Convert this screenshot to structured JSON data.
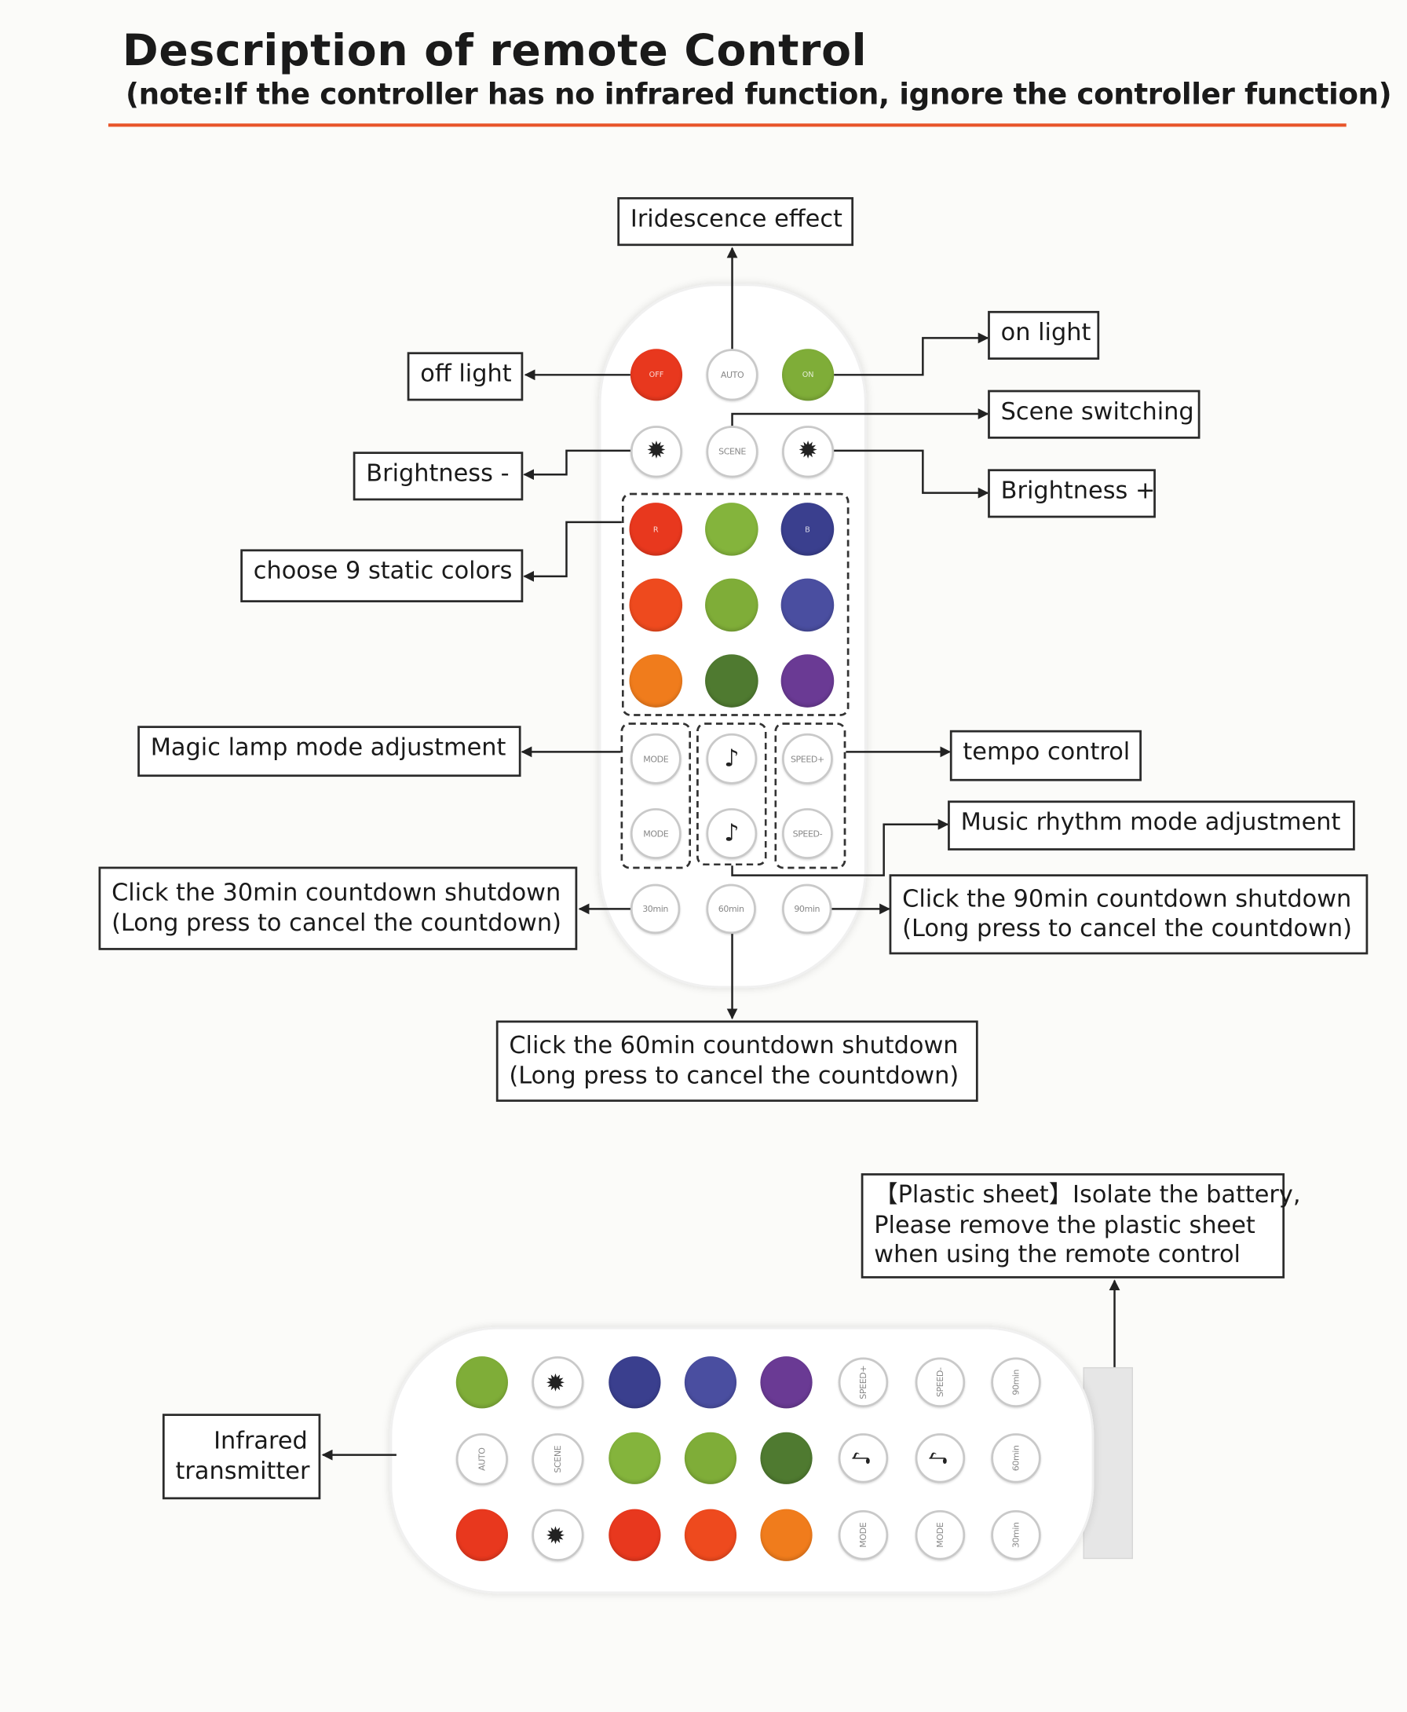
{
  "header": {
    "title": "Description of remote Control",
    "subtitle": "(note:If the controller has no infrared function, ignore the controller function)"
  },
  "labels": {
    "iridescence": "Iridescence effect",
    "off_light": "off light",
    "on_light": "on light",
    "scene_switching": "Scene switching",
    "brightness_minus": "Brightness -",
    "brightness_plus": "Brightness +",
    "static_colors": "choose 9 static colors",
    "magic_lamp": "Magic lamp mode adjustment",
    "tempo": "tempo control",
    "music_rhythm": "Music rhythm mode adjustment",
    "timer30": [
      "Click the 30min countdown shutdown",
      "(Long press to cancel the countdown)"
    ],
    "timer90": [
      "Click the 90min countdown shutdown",
      "(Long press to cancel the countdown)"
    ],
    "timer60": [
      "Click the 60min countdown shutdown",
      "(Long press to cancel the countdown)"
    ],
    "plastic_sheet": [
      "【Plastic sheet】Isolate the battery,",
      "Please remove the plastic sheet",
      "when using the remote control"
    ],
    "infrared": [
      "Infrared",
      "transmitter"
    ]
  },
  "button_captions": {
    "off": "OFF",
    "auto": "AUTO",
    "on": "ON",
    "scene": "SCENE",
    "mode": "MODE",
    "speed_plus": "SPEED+",
    "speed_minus": "SPEED-",
    "t30": "30min",
    "t60": "60min",
    "t90": "90min",
    "r": "R",
    "b": "B",
    "brightness_icon": "sun-icon",
    "music_icon": "music-note-icon"
  },
  "colors": {
    "red": "#e8381e",
    "red_orange": "#ee4a1e",
    "orange": "#f07c1c",
    "green": "#7fad38",
    "light_green": "#84b43c",
    "dark_green": "#4f7a30",
    "blue": "#3a3f8e",
    "indigo": "#4a4ea0",
    "purple": "#6a3a94",
    "accent_rule": "#e8552a"
  }
}
